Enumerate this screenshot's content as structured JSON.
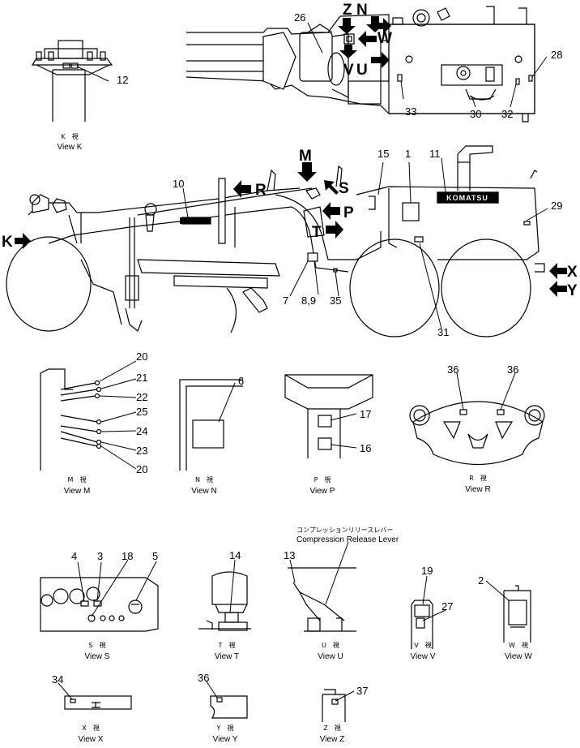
{
  "brand": {
    "logo_text": "KOMATSU"
  },
  "views": {
    "k": {
      "jp": "K　視",
      "en": "View  K"
    },
    "m": {
      "jp": "M　視",
      "en": "View  M"
    },
    "n": {
      "jp": "N　視",
      "en": "View  N"
    },
    "p": {
      "jp": "P　視",
      "en": "View  P"
    },
    "r": {
      "jp": "R　視",
      "en": "View  R"
    },
    "s": {
      "jp": "S　視",
      "en": "View  S"
    },
    "t": {
      "jp": "T　視",
      "en": "View  T"
    },
    "u": {
      "jp": "U　視",
      "en": "View  U"
    },
    "v": {
      "jp": "V　視",
      "en": "View  V"
    },
    "w": {
      "jp": "W　視",
      "en": "View  W"
    },
    "x": {
      "jp": "X　視",
      "en": "View  X"
    },
    "y": {
      "jp": "Y　視",
      "en": "View  Y"
    },
    "z": {
      "jp": "Z　視",
      "en": "View  Z"
    }
  },
  "annotations": {
    "compression_jp": "コンプレッションリリースレバー",
    "compression_en": "Compression Release Lever"
  },
  "letters": {
    "z": "Z",
    "n": "N",
    "w": "W",
    "v": "V",
    "u": "U",
    "m": "M",
    "s": "S",
    "r": "R",
    "p": "P",
    "t": "T",
    "k": "K",
    "x": "X",
    "y": "Y"
  },
  "callouts": {
    "c1": "1",
    "c2": "2",
    "c3": "3",
    "c4": "4",
    "c5": "5",
    "c6": "6",
    "c7": "7",
    "c89": "8,9",
    "c10": "10",
    "c11": "11",
    "c12": "12",
    "c13": "13",
    "c14": "14",
    "c15": "15",
    "c16": "16",
    "c17": "17",
    "c18": "18",
    "c19": "19",
    "c20a": "20",
    "c20b": "20",
    "c21": "21",
    "c22": "22",
    "c23": "23",
    "c24": "24",
    "c25": "25",
    "c26": "26",
    "c27": "27",
    "c28": "28",
    "c29": "29",
    "c30": "30",
    "c31": "31",
    "c32": "32",
    "c33": "33",
    "c34": "34",
    "c35": "35",
    "c36a": "36",
    "c36b": "36",
    "c36c": "36",
    "c37": "37"
  }
}
